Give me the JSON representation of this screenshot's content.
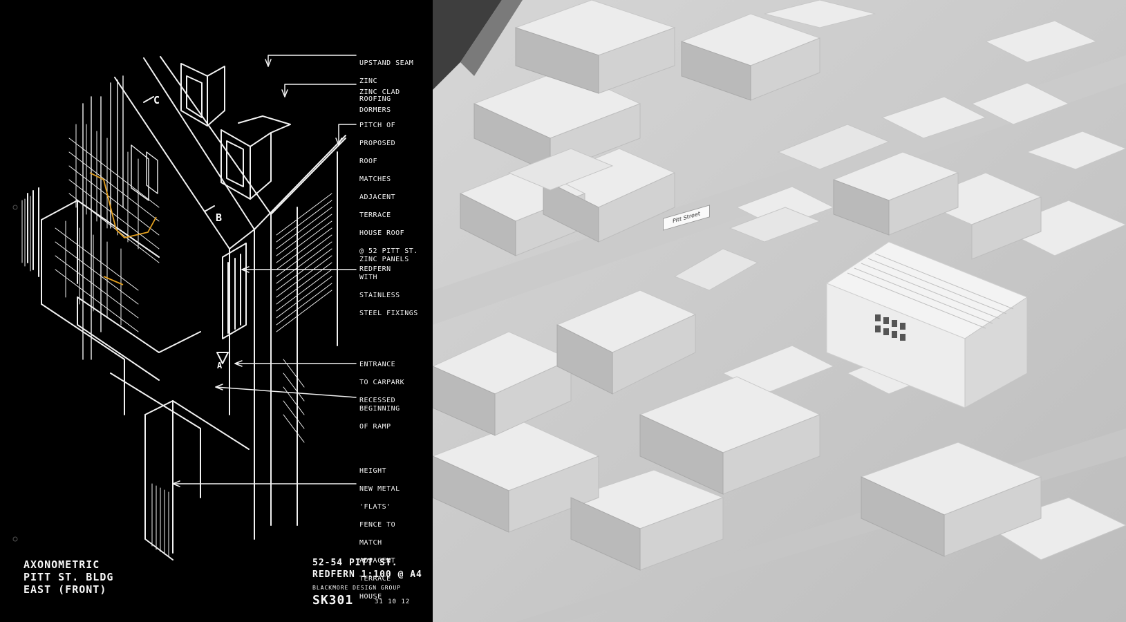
{
  "sketch": {
    "annotations": [
      {
        "id": "zinc-roofing",
        "lines": [
          "UPSTAND SEAM",
          "ZINC",
          "ROOFING"
        ]
      },
      {
        "id": "zinc-dormers",
        "lines": [
          "ZINC CLAD",
          "DORMERS"
        ]
      },
      {
        "id": "roof-pitch",
        "lines": [
          "PITCH OF",
          "PROPOSED",
          "ROOF",
          "MATCHES",
          "ADJACENT",
          "TERRACE",
          "HOUSE ROOF",
          "@ 52 PITT ST.",
          "REDFERN"
        ]
      },
      {
        "id": "zinc-panels",
        "lines": [
          "ZINC PANELS",
          "WITH",
          "STAINLESS",
          "STEEL FIXINGS"
        ]
      },
      {
        "id": "carpark-entrance",
        "lines": [
          "ENTRANCE",
          "TO CARPARK",
          "RECESSED"
        ]
      },
      {
        "id": "ramp",
        "lines": [
          "BEGINNING",
          "OF RAMP"
        ]
      },
      {
        "id": "fence",
        "lines": [
          "HEIGHT",
          "NEW METAL",
          "'FLATS'",
          "FENCE TO",
          "MATCH",
          "ADJACENT",
          "TERRACE",
          "HOUSE"
        ]
      }
    ],
    "section_marks": [
      "C",
      "B",
      "A"
    ],
    "title_lines": [
      "AXONOMETRIC",
      "PITT ST. BLDG",
      "EAST (FRONT)"
    ],
    "project_lines": [
      "52-54 PITT ST.",
      "REDFERN 1:100 @ A4"
    ],
    "office_line": "BLACKMORE DESIGN GROUP",
    "sheet_number": "SK301",
    "date": "31 10 12"
  },
  "model": {
    "street_sign": "Pitt Street"
  },
  "colors": {
    "sketch_bg": "#000000",
    "ink": "#f4f4f4",
    "highlight": "#e6a11f",
    "model_base": "#cfcfcf",
    "model_top": "#ececec"
  }
}
